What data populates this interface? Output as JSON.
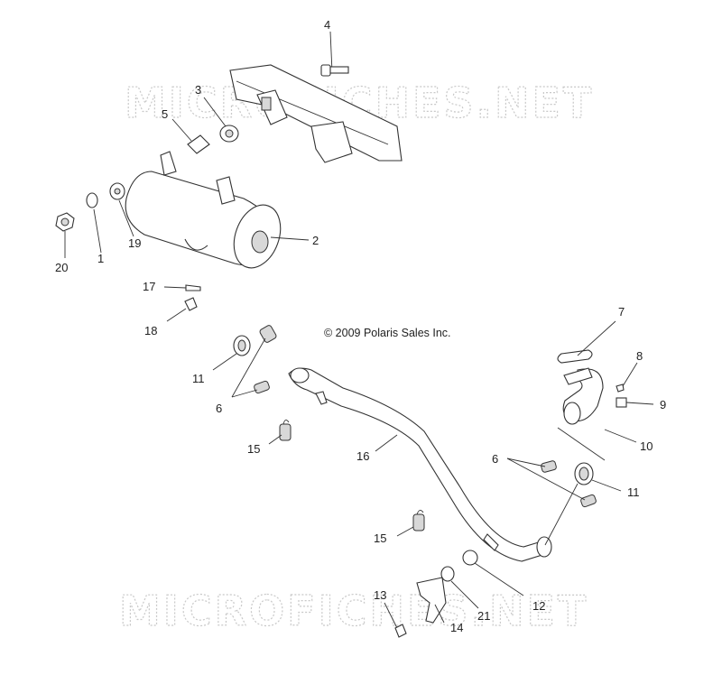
{
  "watermark": {
    "top": "MICROFICHES.NET",
    "bottom": "MICROFICHES.NET"
  },
  "copyright": "© 2009 Polaris Sales Inc.",
  "callouts": [
    {
      "id": "c4",
      "text": "4"
    },
    {
      "id": "c3",
      "text": "3"
    },
    {
      "id": "c5",
      "text": "5"
    },
    {
      "id": "c2",
      "text": "2"
    },
    {
      "id": "c20",
      "text": "20"
    },
    {
      "id": "c1",
      "text": "1"
    },
    {
      "id": "c19",
      "text": "19"
    },
    {
      "id": "c17",
      "text": "17"
    },
    {
      "id": "c18",
      "text": "18"
    },
    {
      "id": "c7",
      "text": "7"
    },
    {
      "id": "c8",
      "text": "8"
    },
    {
      "id": "c9",
      "text": "9"
    },
    {
      "id": "c11a",
      "text": "11"
    },
    {
      "id": "c6a",
      "text": "6"
    },
    {
      "id": "c15a",
      "text": "15"
    },
    {
      "id": "c16",
      "text": "16"
    },
    {
      "id": "c10",
      "text": "10"
    },
    {
      "id": "c6b",
      "text": "6"
    },
    {
      "id": "c11b",
      "text": "11"
    },
    {
      "id": "c15b",
      "text": "15"
    },
    {
      "id": "c12",
      "text": "12"
    },
    {
      "id": "c13",
      "text": "13"
    },
    {
      "id": "c21",
      "text": "21"
    },
    {
      "id": "c14",
      "text": "14"
    }
  ]
}
